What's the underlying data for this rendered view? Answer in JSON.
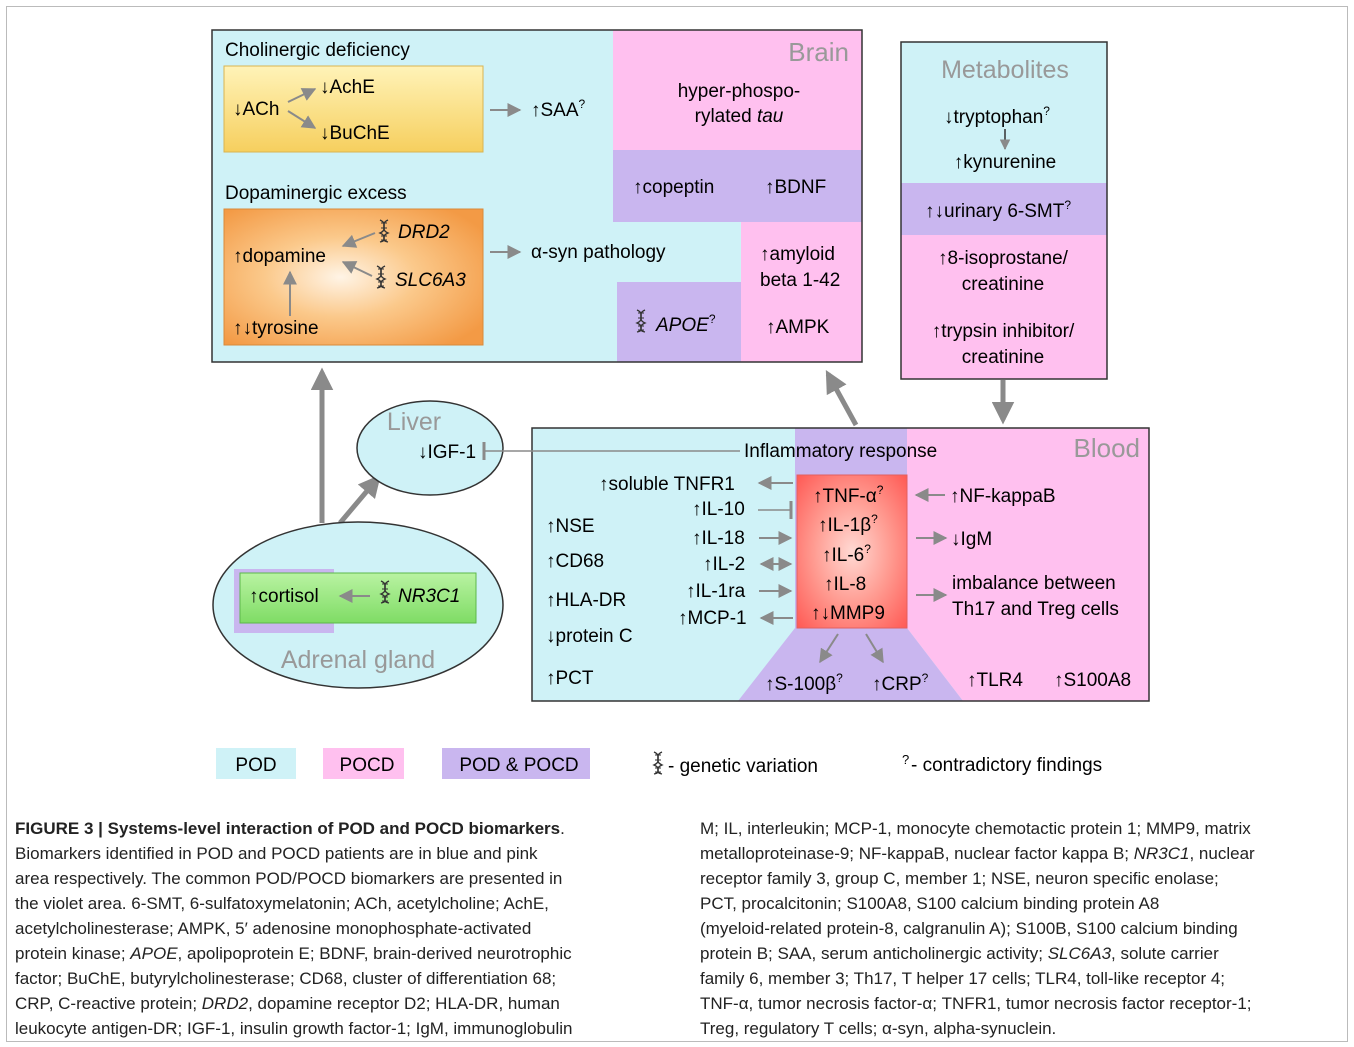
{
  "diagram": {
    "colors": {
      "pod": "#cff2f7",
      "pocd": "#ffc0ef",
      "both": "#c9b6ef",
      "arrow": "#8a8a8a",
      "title_gray": "#999999",
      "outline": "#333333"
    },
    "brain": {
      "title": "Brain",
      "cholinergic_title": "Cholinergic deficiency",
      "ach": "↓ACh",
      "ache": "↓AchE",
      "buche": "↓BuChE",
      "saa": "↑SAA",
      "q": "?",
      "tau_line1": "hyper-phospo-",
      "tau_line2_pre": "rylated ",
      "tau_line2_it": "tau",
      "copeptin": "↑copeptin",
      "bdnf": "↑BDNF",
      "dopaminergic_title": "Dopaminergic excess",
      "dopamine": "↑dopamine",
      "drd2": "DRD2",
      "slc6a3": "SLC6A3",
      "tyrosine": "↑↓tyrosine",
      "asyn": "α-syn pathology",
      "amyloid1": "↑amyloid",
      "amyloid2": "beta 1-42",
      "ampk": "↑AMPK",
      "apoe": "APOE"
    },
    "metabolites": {
      "title": "Metabolites",
      "tryptophan": "↓tryptophan",
      "kynurenine": "↑kynurenine",
      "smt": "↑↓urinary 6-SMT",
      "iso1": "↑8-isoprostane/",
      "iso2": "creatinine",
      "tryp1": "↑trypsin inhibitor/",
      "tryp2": "creatinine"
    },
    "liver": {
      "title": "Liver",
      "igf": "↓IGF-1"
    },
    "adrenal": {
      "title": "Adrenal gland",
      "cortisol": "↑cortisol",
      "nr3c1": "NR3C1"
    },
    "blood": {
      "title": "Blood",
      "inflammatory": "Inflammatory response",
      "tnfr1": "↑soluble TNFR1",
      "il10": "↑IL-10",
      "il18": "↑IL-18",
      "il2": "↑IL-2",
      "il1ra": "↑IL-1ra",
      "mcp1": "↑MCP-1",
      "nse": "↑NSE",
      "cd68": "↑CD68",
      "hladr": "↑HLA-DR",
      "proteinc": "↓protein C",
      "pct": "↑PCT",
      "tnfa": "↑TNF-α",
      "il1b": "↑IL-1β",
      "il6": "↑IL-6",
      "il8": "↑IL-8",
      "mmp9": "↑↓MMP9",
      "nfkb": "↑NF-kappaB",
      "igm": "↓IgM",
      "imb1": "imbalance between",
      "imb2": "Th17 and Treg cells",
      "s100b": "↑S-100β",
      "crp": "↑CRP",
      "tlr4": "↑TLR4",
      "s100a8": "↑S100A8"
    },
    "legend": {
      "pod": "POD",
      "pocd": "POCD",
      "both": "POD & POCD",
      "genetic": " - genetic variation",
      "q": "?",
      "contradictory": " - contradictory findings"
    }
  },
  "caption": {
    "left": [
      {
        "parts": [
          {
            "b": "FIGURE 3 | Systems-level interaction of POD and POCD biomarkers"
          },
          {
            "t": "."
          }
        ]
      },
      {
        "parts": [
          {
            "t": "Biomarkers identified in POD and POCD patients are in blue and pink"
          }
        ]
      },
      {
        "parts": [
          {
            "t": "area respectively. The common POD/POCD biomarkers are presented in"
          }
        ]
      },
      {
        "parts": [
          {
            "t": "the violet area. 6-SMT, 6-sulfatoxymelatonin; ACh, acetylcholine; AchE,"
          }
        ]
      },
      {
        "parts": [
          {
            "t": "acetylcholinesterase; AMPK, 5′ adenosine monophosphate-activated"
          }
        ]
      },
      {
        "parts": [
          {
            "t": "protein kinase; "
          },
          {
            "i": "APOE"
          },
          {
            "t": ", apolipoprotein E; BDNF, brain-derived neurotrophic"
          }
        ]
      },
      {
        "parts": [
          {
            "t": "factor; BuChE, butyrylcholinesterase; CD68, cluster of differentiation 68;"
          }
        ]
      },
      {
        "parts": [
          {
            "t": "CRP, C-reactive protein; "
          },
          {
            "i": "DRD2"
          },
          {
            "t": ", dopamine receptor D2; HLA-DR, human"
          }
        ]
      },
      {
        "parts": [
          {
            "t": "leukocyte antigen-DR; IGF-1, insulin growth factor-1; IgM, immunoglobulin"
          }
        ]
      }
    ],
    "right": [
      {
        "parts": [
          {
            "t": "M; IL, interleukin; MCP-1, monocyte chemotactic protein 1; MMP9, matrix"
          }
        ]
      },
      {
        "parts": [
          {
            "t": "metalloproteinase-9; NF-kappaB, nuclear factor kappa B; "
          },
          {
            "i": "NR3C1"
          },
          {
            "t": ", nuclear"
          }
        ]
      },
      {
        "parts": [
          {
            "t": "receptor family 3, group C, member 1; NSE, neuron specific enolase;"
          }
        ]
      },
      {
        "parts": [
          {
            "t": "PCT, procalcitonin; S100A8, S100 calcium binding protein A8"
          }
        ]
      },
      {
        "parts": [
          {
            "t": "(myeloid-related protein-8, calgranulin A); S100B, S100 calcium binding"
          }
        ]
      },
      {
        "parts": [
          {
            "t": "protein B; SAA, serum anticholinergic activity; "
          },
          {
            "i": "SLC6A3"
          },
          {
            "t": ", solute carrier"
          }
        ]
      },
      {
        "parts": [
          {
            "t": "family 6, member 3; Th17, T helper 17 cells; TLR4, toll-like receptor 4;"
          }
        ]
      },
      {
        "parts": [
          {
            "t": "TNF-α, tumor necrosis factor-α; TNFR1, tumor necrosis factor receptor-1;"
          }
        ]
      },
      {
        "parts": [
          {
            "t": "Treg, regulatory T cells; α-syn, alpha-synuclein."
          }
        ]
      }
    ]
  }
}
